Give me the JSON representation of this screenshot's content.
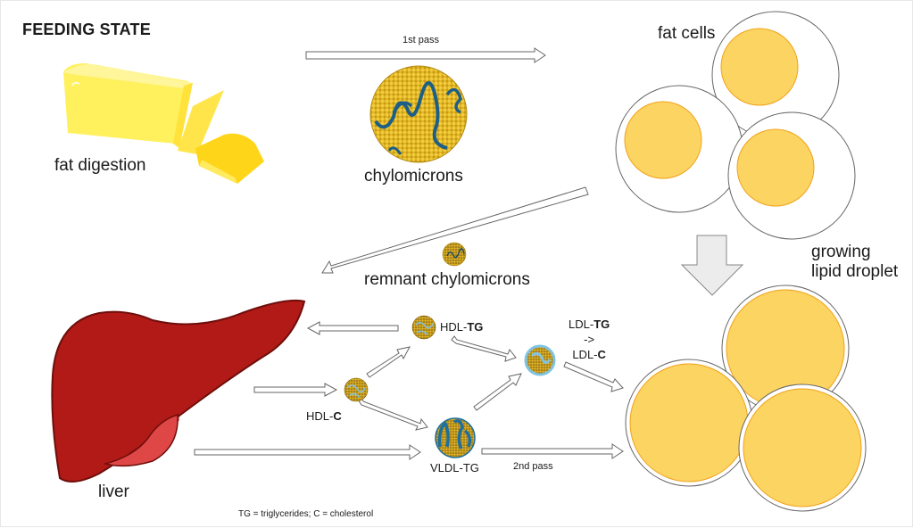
{
  "title": "FEEDING STATE",
  "labels": {
    "fat_digestion": "fat digestion",
    "chylomicrons": "chylomicrons",
    "first_pass": "1st pass",
    "fat_cells": "fat cells",
    "remnant_chylomicrons": "remnant chylomicrons",
    "growing_line1": "growing",
    "growing_line2": "lipid droplet",
    "liver": "liver",
    "hdl_tg_prefix": "HDL-",
    "hdl_tg_bold": "TG",
    "hdl_c_prefix": "HDL-",
    "hdl_c_bold": "C",
    "ldl_tg_prefix": "LDL-",
    "ldl_tg_bold": "TG",
    "ldl_arrow": "->",
    "ldl_c_prefix": "LDL-",
    "ldl_c_bold": "C",
    "vldl_tg": "VLDL-TG",
    "second_pass": "2nd pass",
    "footnote": "TG = triglycerides; C = cholesterol"
  },
  "colors": {
    "butter_light": "#fff27a",
    "butter_mid": "#ffe94d",
    "butter_dark": "#ffd417",
    "lipid_fill": "#fcd462",
    "lipid_stroke": "#f0a21a",
    "cell_stroke": "#555555",
    "liver_fill": "#b21a17",
    "liver_stroke": "#6e0e0b",
    "gallbladder": "#df4646",
    "particle_gold": "#d9b326",
    "protein_blue": "#1d6f9e",
    "protein_lightblue": "#7fc3e3",
    "arrow_fill": "#ffffff",
    "arrow_stroke": "#666666",
    "big_arrow_fill": "#ececec"
  }
}
